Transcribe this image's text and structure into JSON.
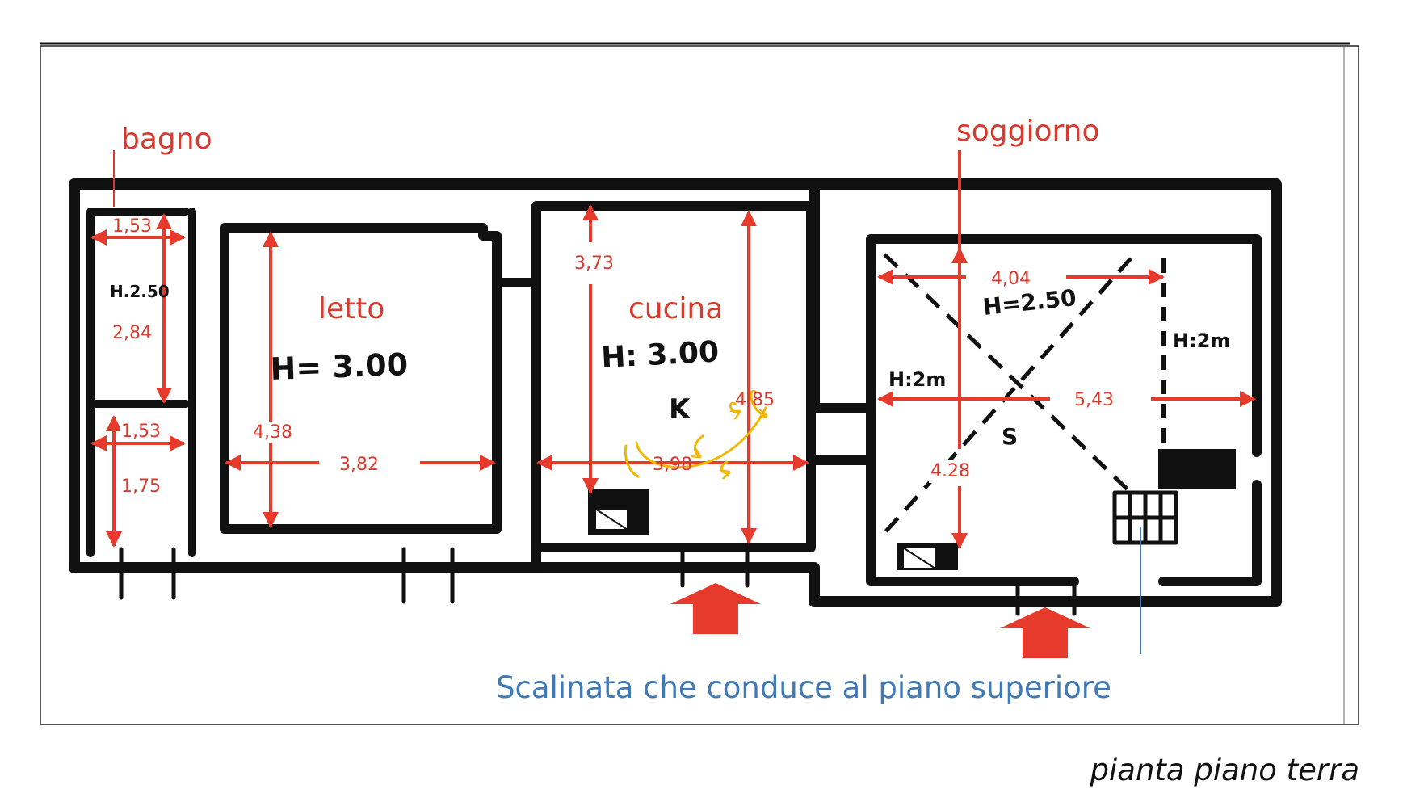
{
  "rooms": {
    "bagno": "bagno",
    "letto": "letto",
    "cucina": "cucina",
    "soggiorno": "soggiorno"
  },
  "dimensions": {
    "bagno_width_top": "1,53",
    "bagno_height": "2,84",
    "bagno_width_bottom": "1,53",
    "bagno_height_bottom": "1,75",
    "letto_height": "4,38",
    "letto_width": "3,82",
    "cucina_height_left": "3,73",
    "cucina_height_right": "4,85",
    "cucina_width": "3,98",
    "soggiorno_width_top": "4,04",
    "soggiorno_width": "5,43",
    "soggiorno_height": "4.28"
  },
  "handwritten": {
    "letto_h": "H= 3.00",
    "cucina_h": "H: 3.00",
    "cucina_k": "K",
    "soggiorno_h1": "H=2.50",
    "soggiorno_h2": "H:2m",
    "soggiorno_h3": "H:2m",
    "soggiorno_s": "S",
    "bagno_h": "H.2.50"
  },
  "annotation": "Scalinata che conduce al piano superiore",
  "caption": "pianta piano terra",
  "colors": {
    "dimension_red": "#e53a2c",
    "label_red": "#d93a2e",
    "note_blue": "#3f7ab6",
    "highlight_yellow": "#f2b705",
    "wall_black": "#111111"
  }
}
